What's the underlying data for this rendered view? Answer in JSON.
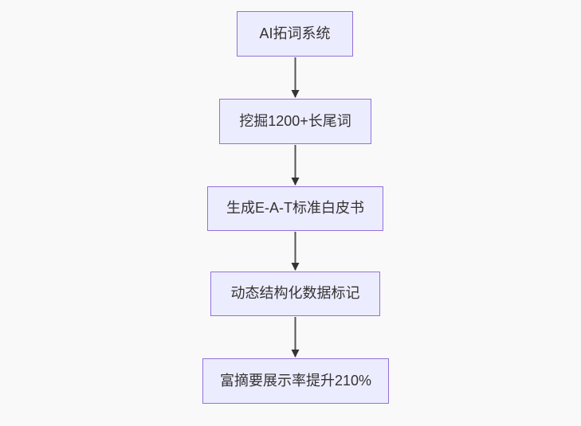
{
  "diagram": {
    "type": "flowchart",
    "direction": "top-down",
    "nodes": [
      {
        "id": "A",
        "label": "AI拓词系统"
      },
      {
        "id": "B",
        "label": "挖掘1200+长尾词"
      },
      {
        "id": "C",
        "label": "生成E-A-T标准白皮书"
      },
      {
        "id": "D",
        "label": "动态结构化数据标记"
      },
      {
        "id": "E",
        "label": "富摘要展示率提升210%"
      }
    ],
    "edges": [
      {
        "from": "A",
        "to": "B"
      },
      {
        "from": "B",
        "to": "C"
      },
      {
        "from": "C",
        "to": "D"
      },
      {
        "from": "D",
        "to": "E"
      }
    ],
    "colors": {
      "background": "#f9f9f9",
      "node_fill": "#ececff",
      "node_border": "#9370db",
      "node_text": "#333333",
      "edge_line": "#555555",
      "edge_arrowhead": "#333333"
    }
  }
}
